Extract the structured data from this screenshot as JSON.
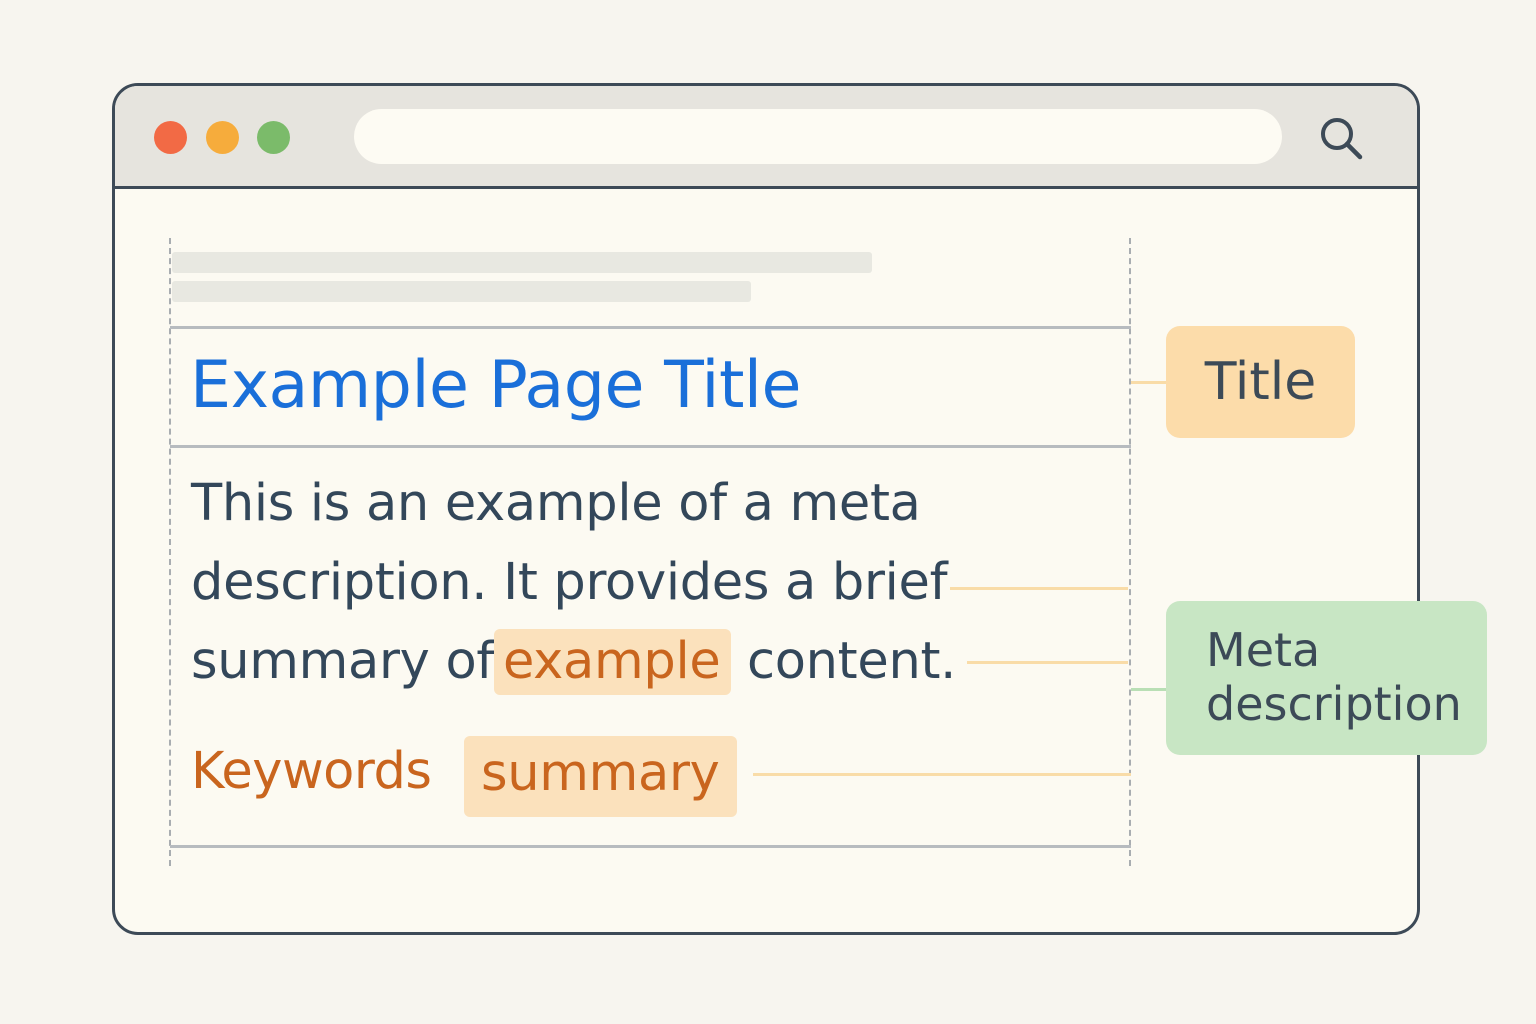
{
  "browser": {
    "traffic_lights": [
      {
        "name": "close",
        "color": "#f26a45"
      },
      {
        "name": "minimize",
        "color": "#f6ac3c"
      },
      {
        "name": "maximize",
        "color": "#7bbb6a"
      }
    ],
    "address_bar_value": "",
    "search_icon": "search-icon"
  },
  "result": {
    "title": "Example Page Title",
    "description_lines": [
      "This is an example of a meta",
      "description. It provides a brief",
      "summary of"
    ],
    "description_highlight": "example",
    "description_tail": "content.",
    "keywords_label": "Keywords",
    "keyword_highlight": "summary"
  },
  "labels": {
    "title": "Title",
    "meta_line1": "Meta",
    "meta_line2": "description"
  },
  "colors": {
    "title_link": "#1a6fd9",
    "body_text": "#33475a",
    "keyword_text": "#c9651e",
    "highlight_bg": "#fbe1bc",
    "title_tag_bg": "#fcdcaa",
    "meta_tag_bg": "#c8e6c4"
  }
}
